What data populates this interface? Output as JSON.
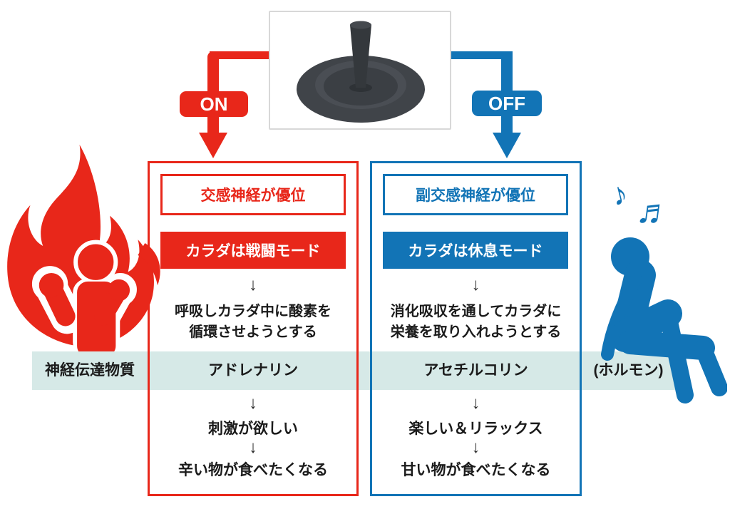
{
  "switch": {
    "on_label": "ON",
    "off_label": "OFF"
  },
  "sympathetic": {
    "header": "交感神経が優位",
    "mode": "カラダは戦闘モード",
    "description_line1": "呼吸しカラダ中に酸素を",
    "description_line2": "循環させようとする",
    "neurotransmitter": "アドレナリン",
    "effect1": "刺激が欲しい",
    "effect2": "辛い物が食べたくなる"
  },
  "parasympathetic": {
    "header": "副交感神経が優位",
    "mode": "カラダは休息モード",
    "description_line1": "消化吸収を通してカラダに",
    "description_line2": "栄養を取り入れようとする",
    "neurotransmitter": "アセチルコリン",
    "effect1": "楽しい＆リラックス",
    "effect2": "甘い物が食べたくなる"
  },
  "band": {
    "left_label": "神経伝達物質",
    "right_label": "(ホルモン)"
  },
  "symbols": {
    "down_arrow": "↓",
    "note_single": "♪",
    "note_double": "♬"
  },
  "icons": {
    "center": "joystick-switch-image",
    "left": "flame-energized-person-icon",
    "right": "relaxing-person-icon"
  },
  "colors": {
    "red": "#e8271a",
    "blue": "#1274b6",
    "band_teal": "#d6e9e7",
    "text_black": "#1b1b1b"
  }
}
